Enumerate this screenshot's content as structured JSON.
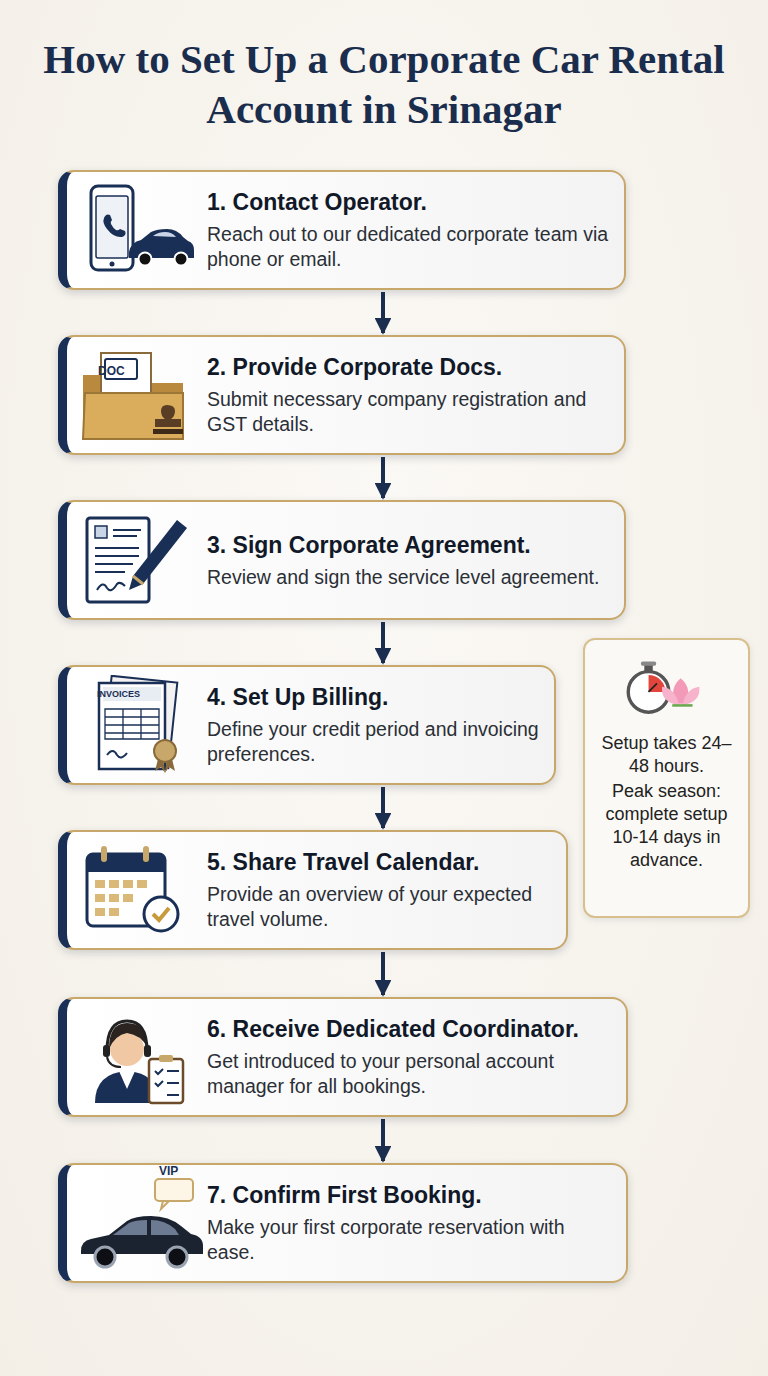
{
  "diagram": {
    "title": "How to Set Up a Corporate Car Rental Account in Srinagar",
    "nodes": [
      {
        "text": [
          "1. Contact Operator.",
          "Reach out to our dedicated corporate team via phone or email."
        ]
      },
      {
        "text": [
          "2. Provide Corporate Docs.",
          "Submit necessary company registration and GST details."
        ]
      },
      {
        "text": [
          "3. Sign Corporate Agreement.",
          "Review and sign the service level agreement."
        ]
      },
      {
        "text": [
          "4. Set Up Billing.",
          "Define your credit period and invoicing preferences."
        ]
      },
      {
        "text": [
          "5. Share Travel Calendar.",
          "Provide an overview of your expected travel volume."
        ]
      },
      {
        "text": [
          "6. Receive Dedicated Coordinator.",
          "Get introduced to your personal account manager for all bookings."
        ]
      },
      {
        "text": [
          "7. Confirm First Booking.",
          "Make your first corporate reservation with ease."
        ]
      },
      {
        "text": [
          "Setup takes 24–48 hours.",
          "Peak season: complete setup 10-14 days in advance."
        ]
      }
    ],
    "edges": [
      {
        "from": 0,
        "to": 1,
        "arrow": "to"
      },
      {
        "from": 1,
        "to": 2,
        "arrow": "to"
      },
      {
        "from": 2,
        "to": 3,
        "arrow": "to"
      },
      {
        "from": 3,
        "to": 4,
        "arrow": "to"
      },
      {
        "from": 4,
        "to": 5,
        "arrow": "to"
      },
      {
        "from": 5,
        "to": 6,
        "arrow": "to"
      }
    ],
    "labels": [
      "DOC",
      "INVOICES",
      "VIP"
    ]
  }
}
